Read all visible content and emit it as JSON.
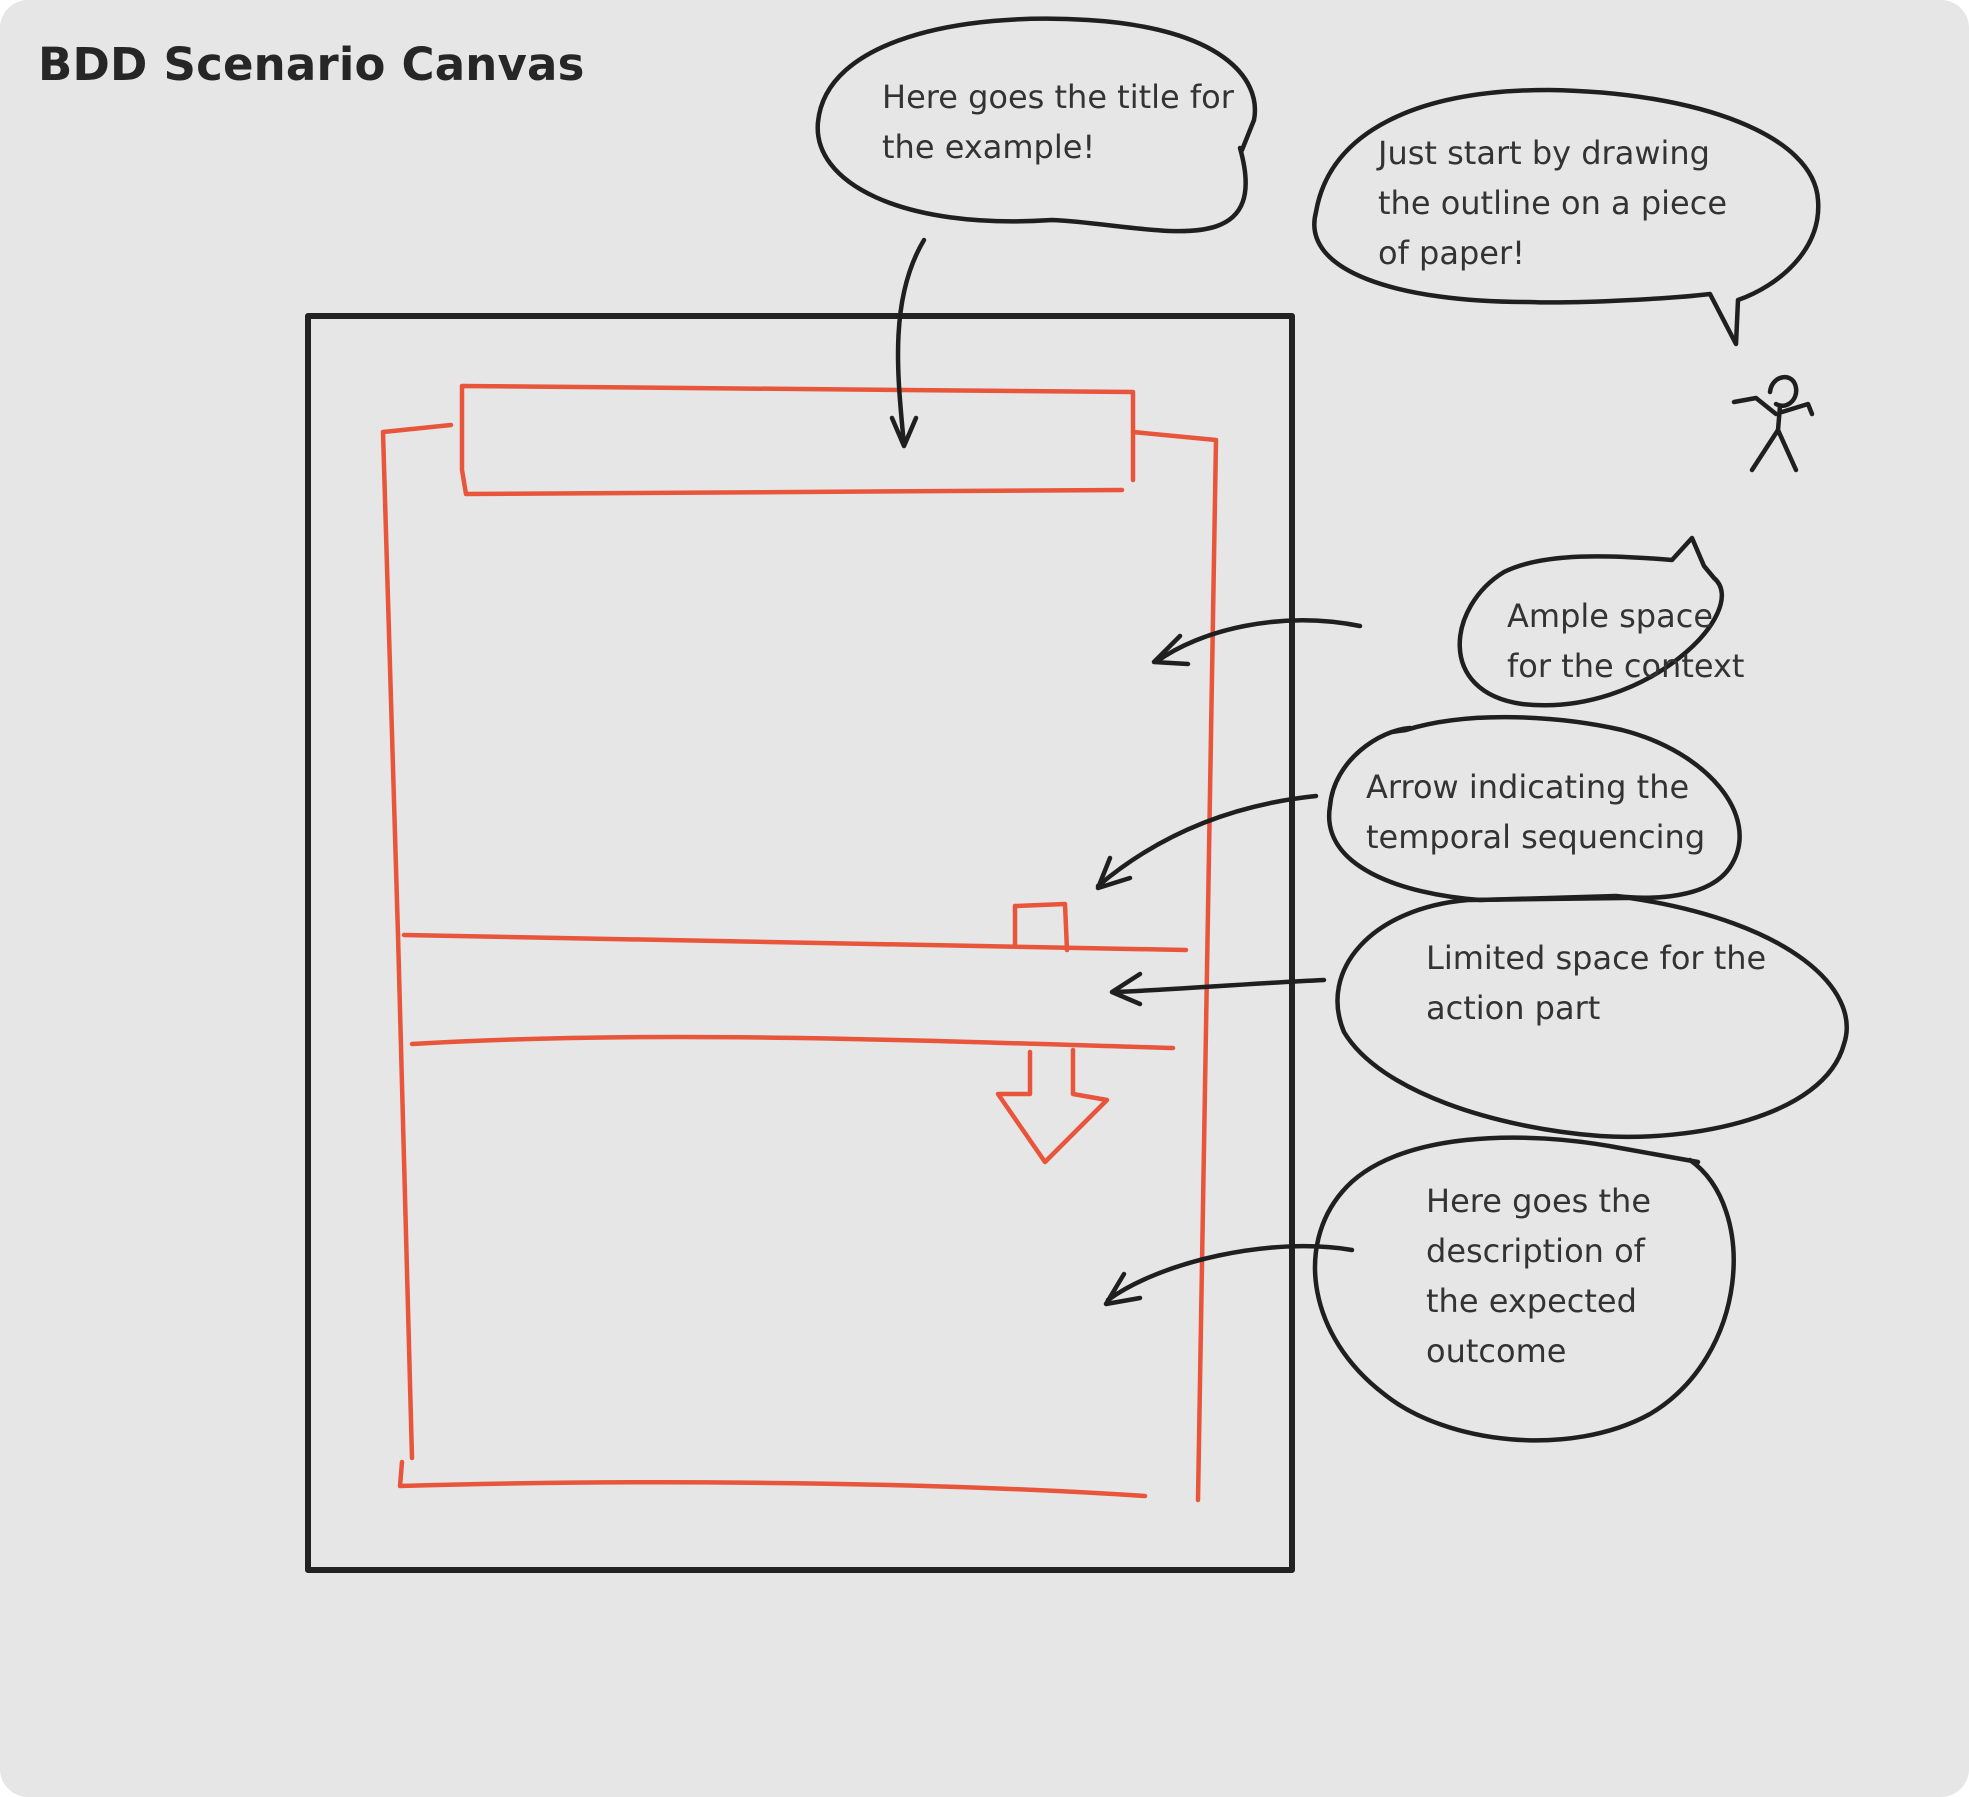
{
  "board": {
    "title": "BDD Scenario Canvas",
    "colors": {
      "background": "#e6e6e6",
      "ink": "#1f1f1f",
      "template_sketch": "#e8553a",
      "text": "#333333"
    }
  },
  "callouts": {
    "title_note": "Here goes the title for\nthe example!",
    "start_note": "Just start by drawing\nthe outline on a piece\nof paper!",
    "context_note": "Ample space\nfor the context",
    "arrow_note": "Arrow indicating the\ntemporal sequencing",
    "action_note": "Limited space for the\naction part",
    "outcome_note": "Here goes the\ndescription of\nthe expected\noutcome"
  },
  "figure": {
    "icon": "stick-figure-icon"
  }
}
